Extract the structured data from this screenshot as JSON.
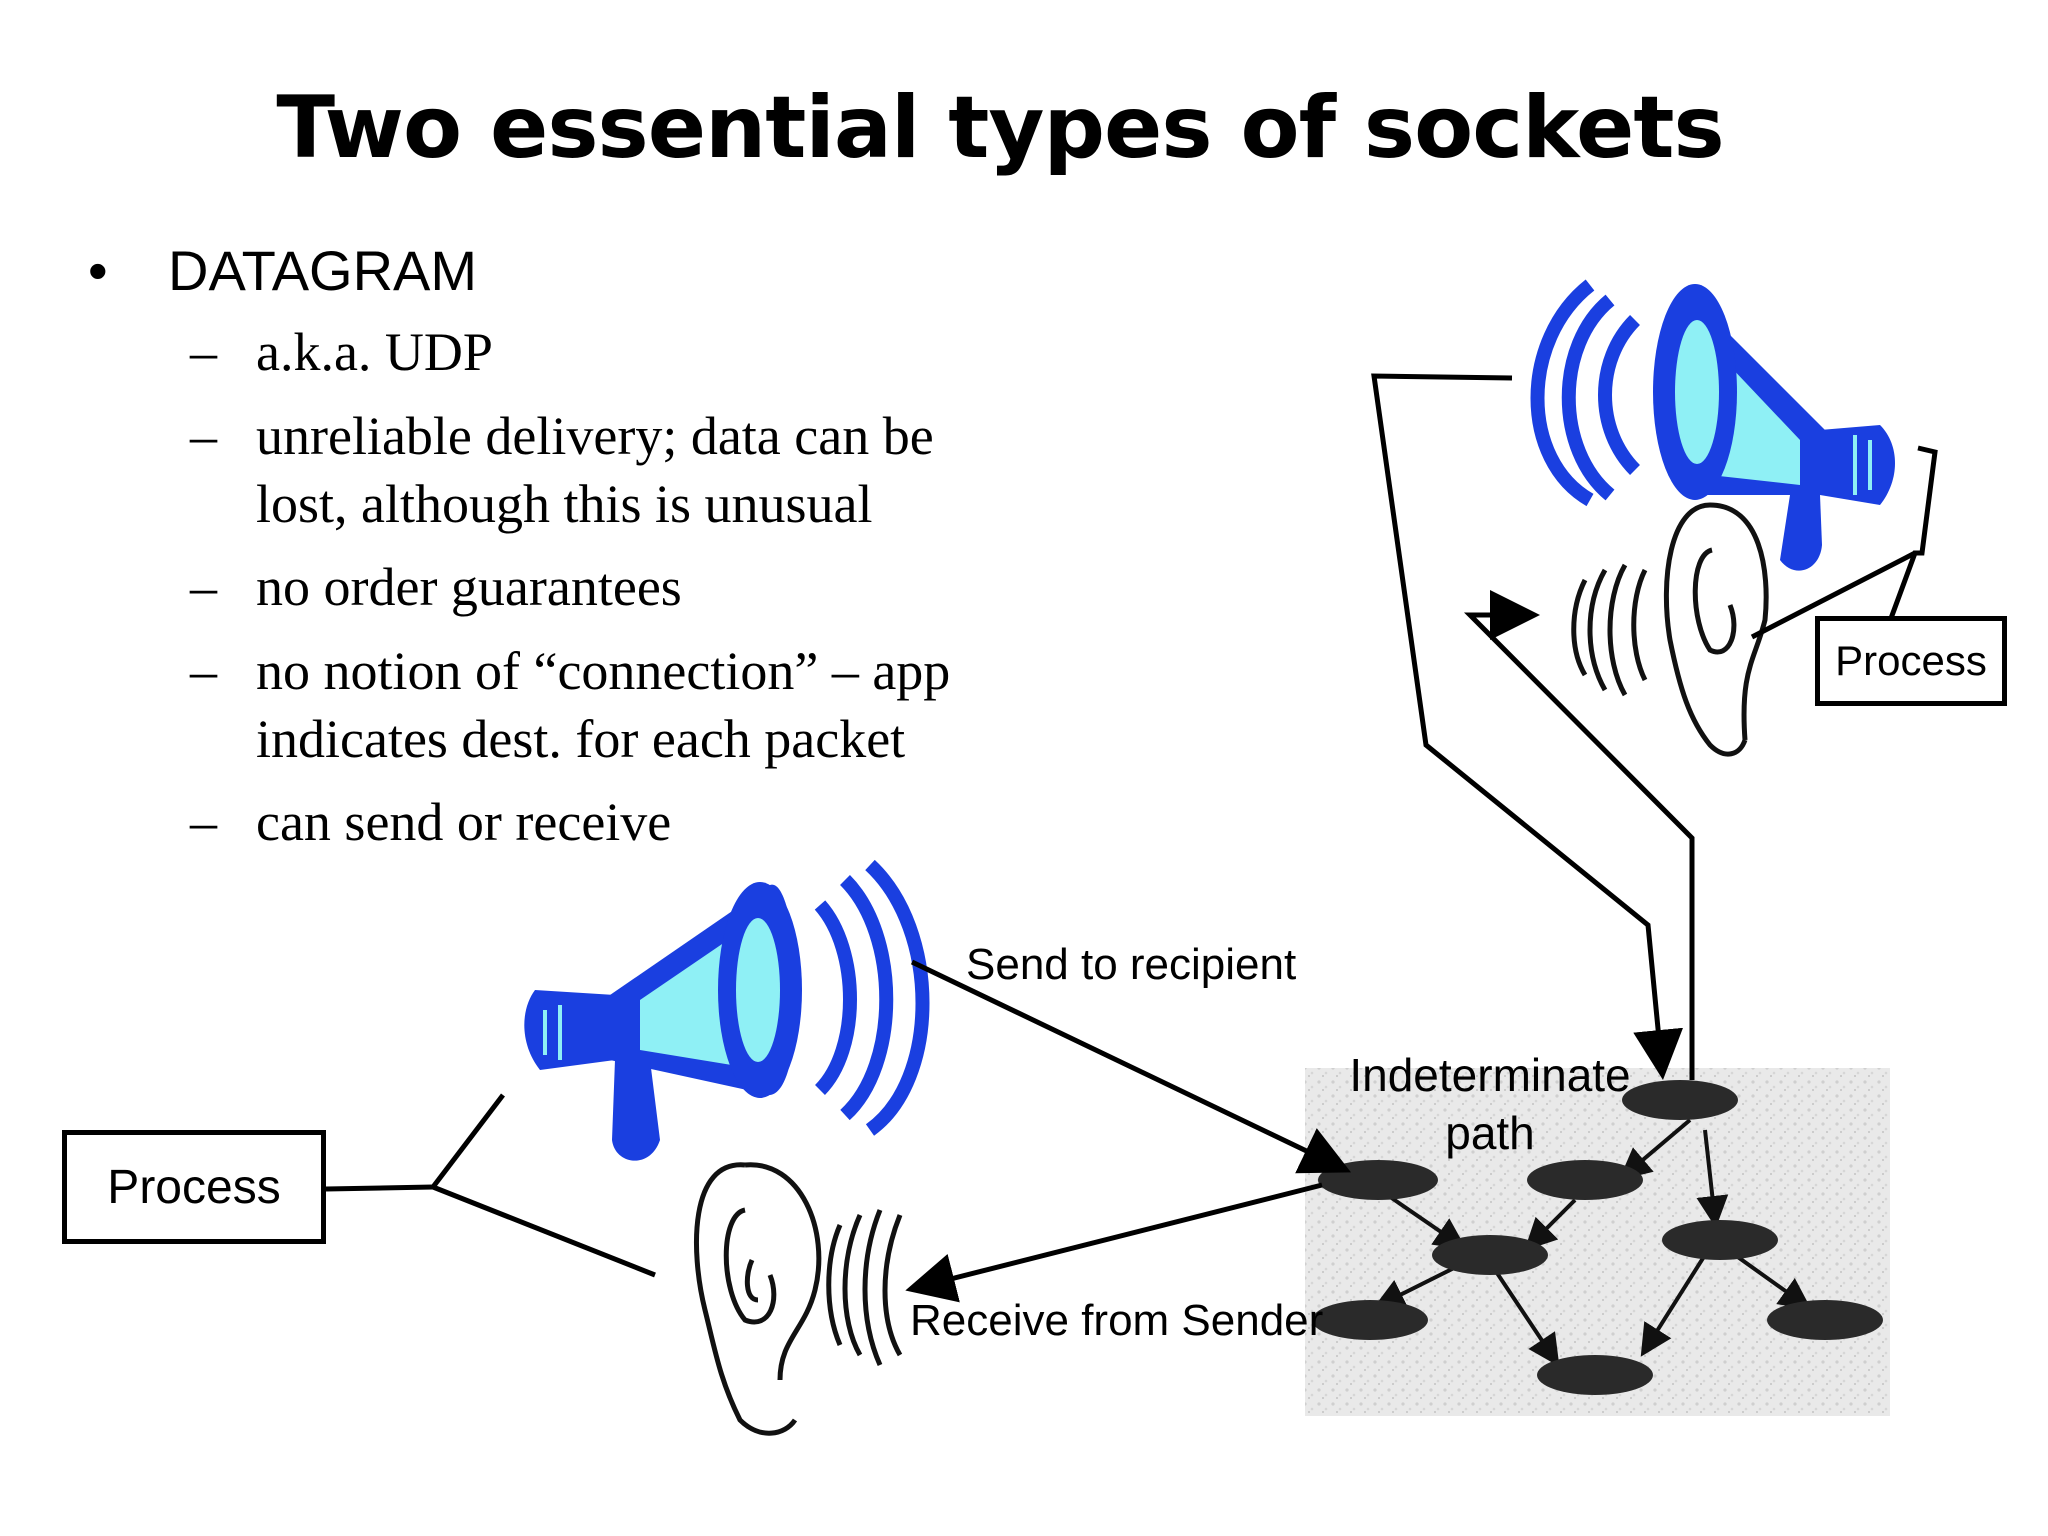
{
  "title": "Two essential types of sockets",
  "bullet": {
    "marker": "•",
    "text": "DATAGRAM"
  },
  "sub_bullets": [
    {
      "dash": "–",
      "lines": [
        "a.k.a. UDP"
      ]
    },
    {
      "dash": "–",
      "lines": [
        "unreliable delivery; data can be",
        "lost, although this is unusual"
      ]
    },
    {
      "dash": "–",
      "lines": [
        "no order guarantees"
      ]
    },
    {
      "dash": "–",
      "lines": [
        "no notion of “connection” – app",
        "indicates dest. for each packet"
      ]
    },
    {
      "dash": "–",
      "lines": [
        "can send or receive"
      ]
    }
  ],
  "diagram": {
    "process_left": "Process",
    "process_right": "Process",
    "send_label": "Send to recipient",
    "receive_label": "Receive from Sender",
    "path_label_line1": "Indeterminate",
    "path_label_line2": "path",
    "colors": {
      "megaphone_blue": "#1a3fe0",
      "megaphone_light": "#8ff0f5",
      "network_bg": "#e4e4e4",
      "node": "#2a2a2a"
    }
  }
}
